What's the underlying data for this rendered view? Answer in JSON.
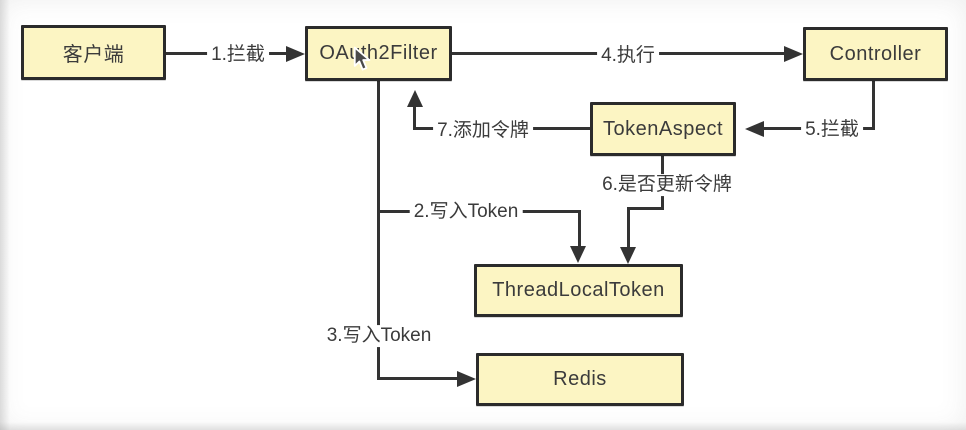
{
  "diagram": {
    "type": "flowchart",
    "colors": {
      "background": "#ffffff",
      "node_fill": "#fcf5c3",
      "node_border": "#2b2b2b",
      "line": "#333333",
      "text": "#3b3b3b"
    },
    "nodes": [
      {
        "id": "client",
        "label": "客户端"
      },
      {
        "id": "oauth2-filter",
        "label": "OAuth2Filter"
      },
      {
        "id": "controller",
        "label": "Controller"
      },
      {
        "id": "token-aspect",
        "label": "TokenAspect"
      },
      {
        "id": "thread-local-token",
        "label": "ThreadLocalToken"
      },
      {
        "id": "redis",
        "label": "Redis"
      }
    ],
    "edges": [
      {
        "step": 1,
        "label": "1.拦截",
        "from": "client",
        "to": "oauth2-filter"
      },
      {
        "step": 2,
        "label": "2.写入Token",
        "from": "oauth2-filter",
        "to": "thread-local-token"
      },
      {
        "step": 3,
        "label": "3.写入Token",
        "from": "oauth2-filter",
        "to": "redis"
      },
      {
        "step": 4,
        "label": "4.执行",
        "from": "oauth2-filter",
        "to": "controller"
      },
      {
        "step": 5,
        "label": "5.拦截",
        "from": "controller",
        "to": "token-aspect"
      },
      {
        "step": 6,
        "label": "6.是否更新令牌",
        "from": "token-aspect",
        "to": "thread-local-token"
      },
      {
        "step": 7,
        "label": "7.添加令牌",
        "from": "token-aspect",
        "to": "oauth2-filter"
      }
    ]
  }
}
